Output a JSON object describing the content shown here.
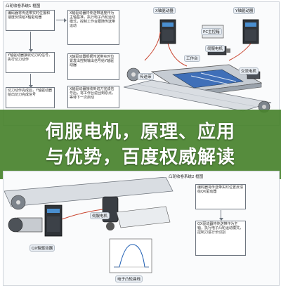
{
  "top": {
    "section_title": "凸轮收卷系统1  框图",
    "labels": {
      "x_driver": "X轴驱动器",
      "y_driver": "Y轴驱动器",
      "pc": "PC主控箱",
      "servo_motor": "伺服电机",
      "workbench": "工作台",
      "feed": "传送带",
      "ac_motor": "交流电机"
    },
    "left_steps": [
      "编码器将传送带实时位置和速度反馈给X轴驱动器",
      "Y轴驱动器接收切刀的信号，执行切刀动作",
      "切刀动作完成后，Y轴驱动器给出切刀完成信号"
    ],
    "right_steps": [
      "X轴驱动器将传送带速度作为主轴基准，执行电子凸轮运动模式，控制工作台跟随传送带运动",
      "X轴驱动器根据传送带实时位置发出控制输出信号给Y轴驱动器",
      "X轴驱动器接收到切刀完成信号后，将工作台返回到原点，等待下一次启动"
    ]
  },
  "banner": {
    "line1": "伺服电机，原理、应用",
    "line2": "与优势，百度权威解读"
  },
  "bottom": {
    "section_title": "凸轮收卷系统2  框图",
    "labels": {
      "qx_driver": "QX轴驱动器",
      "servo_motor": "伺服电机",
      "cam_curve": "电子凸轮曲线"
    },
    "steps": [
      "编码器将传送带实时位置反馈给QX驱动器",
      "QX驱动器将传送带作为主轴，执行电子凸轮运动模式，控制刀进行长切割"
    ]
  }
}
